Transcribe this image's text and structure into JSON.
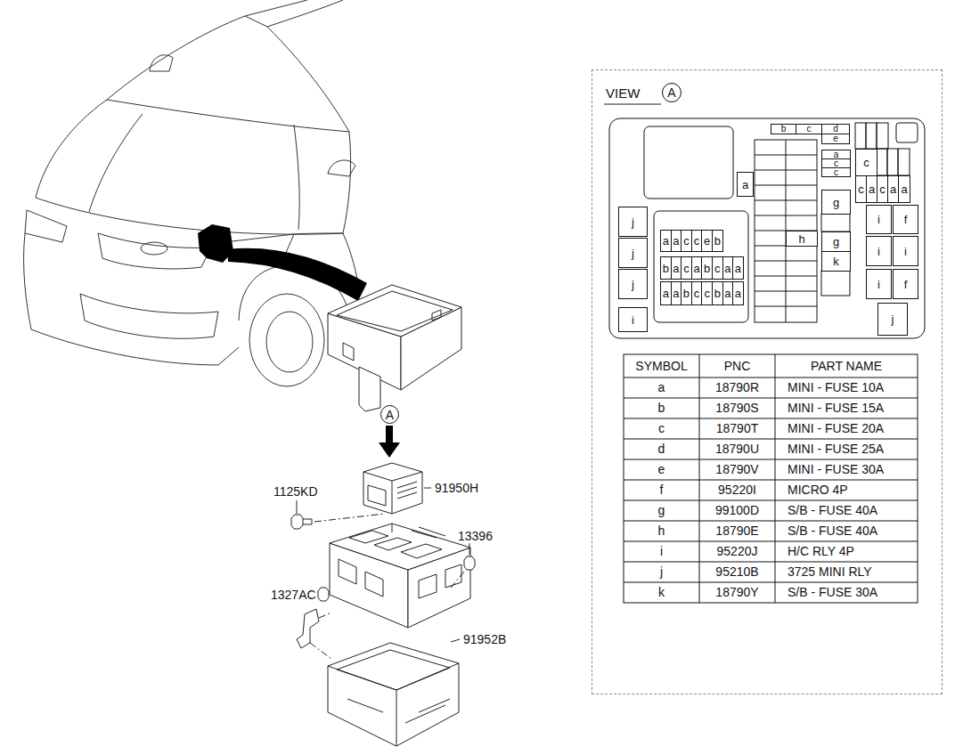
{
  "diagram": {
    "nodes": [
      {
        "text": [
          "A"
        ]
      },
      {
        "text": [
          "VIEW"
        ]
      },
      {
        "text": [
          "A"
        ],
        "in": 1
      },
      {
        "text": [
          "b"
        ],
        "in": 1
      },
      {
        "text": [
          "c"
        ],
        "in": 1
      },
      {
        "text": [
          "d"
        ],
        "in": 1
      },
      {
        "text": [
          "e"
        ],
        "in": 1
      },
      {
        "text": [
          "c"
        ],
        "in": 1
      },
      {
        "text": [
          "a"
        ],
        "in": 1
      },
      {
        "text": [
          "c"
        ],
        "in": 1
      },
      {
        "text": [
          "c"
        ],
        "in": 1
      },
      {
        "text": [
          "a"
        ],
        "in": 1
      },
      {
        "text": [
          "c"
        ],
        "in": 1
      },
      {
        "text": [
          "a"
        ],
        "in": 1
      },
      {
        "text": [
          "c"
        ],
        "in": 1
      },
      {
        "text": [
          "a"
        ],
        "in": 1
      },
      {
        "text": [
          "a"
        ],
        "in": 1
      },
      {
        "text": [
          "g"
        ],
        "in": 1
      },
      {
        "text": [
          "j"
        ],
        "in": 1
      },
      {
        "text": [
          "i"
        ],
        "in": 1
      },
      {
        "text": [
          "f"
        ],
        "in": 1
      },
      {
        "text": [
          "h"
        ],
        "in": 1
      },
      {
        "text": [
          "a"
        ],
        "in": 1
      },
      {
        "text": [
          "a"
        ],
        "in": 1
      },
      {
        "text": [
          "c"
        ],
        "in": 1
      },
      {
        "text": [
          "c"
        ],
        "in": 1
      },
      {
        "text": [
          "e"
        ],
        "in": 1
      },
      {
        "text": [
          "b"
        ],
        "in": 1
      },
      {
        "text": [
          "g"
        ],
        "in": 1
      },
      {
        "text": [
          "j"
        ],
        "in": 1
      },
      {
        "text": [
          "i"
        ],
        "in": 1
      },
      {
        "text": [
          "i"
        ],
        "in": 1
      },
      {
        "text": [
          "k"
        ],
        "in": 1
      },
      {
        "text": [
          "b"
        ],
        "in": 1
      },
      {
        "text": [
          "a"
        ],
        "in": 1
      },
      {
        "text": [
          "c"
        ],
        "in": 1
      },
      {
        "text": [
          "a"
        ],
        "in": 1
      },
      {
        "text": [
          "b"
        ],
        "in": 1
      },
      {
        "text": [
          "c"
        ],
        "in": 1
      },
      {
        "text": [
          "a"
        ],
        "in": 1
      },
      {
        "text": [
          "a"
        ],
        "in": 1
      },
      {
        "text": [
          "j"
        ],
        "in": 1
      },
      {
        "text": [
          "i"
        ],
        "in": 1
      },
      {
        "text": [
          "f"
        ],
        "in": 1
      },
      {
        "text": [
          "a"
        ],
        "in": 1
      },
      {
        "text": [
          "a"
        ],
        "in": 1
      },
      {
        "text": [
          "b"
        ],
        "in": 1
      },
      {
        "text": [
          "c"
        ],
        "in": 1
      },
      {
        "text": [
          "c"
        ],
        "in": 1
      },
      {
        "text": [
          "b"
        ],
        "in": 1
      },
      {
        "text": [
          "a"
        ],
        "in": 1
      },
      {
        "text": [
          "a"
        ],
        "in": 1
      },
      {
        "text": [
          "j"
        ],
        "in": 1
      },
      {
        "text": [
          "i"
        ],
        "in": 1
      }
    ],
    "labels": [
      "91950H",
      "1125KD",
      "13396",
      "1327AC",
      "91952B",
      "SYMBOL",
      "PNC",
      "PART NAME",
      "a",
      "18790R",
      "MINI - FUSE 10A",
      "b",
      "18790S",
      "MINI - FUSE 15A",
      "c",
      "18790T",
      "MINI - FUSE 20A",
      "d",
      "18790U",
      "MINI - FUSE 25A",
      "e",
      "18790V",
      "MINI - FUSE 30A",
      "f",
      "95220I",
      "MICRO 4P",
      "g",
      "99100D",
      "S/B - FUSE 40A",
      "h",
      "18790E",
      "S/B - FUSE 40A",
      "i",
      "95220J",
      "H/C RLY 4P",
      "j",
      "95210B",
      "3725 MINI RLY",
      "k",
      "18790Y",
      "S/B - FUSE 30A"
    ]
  }
}
